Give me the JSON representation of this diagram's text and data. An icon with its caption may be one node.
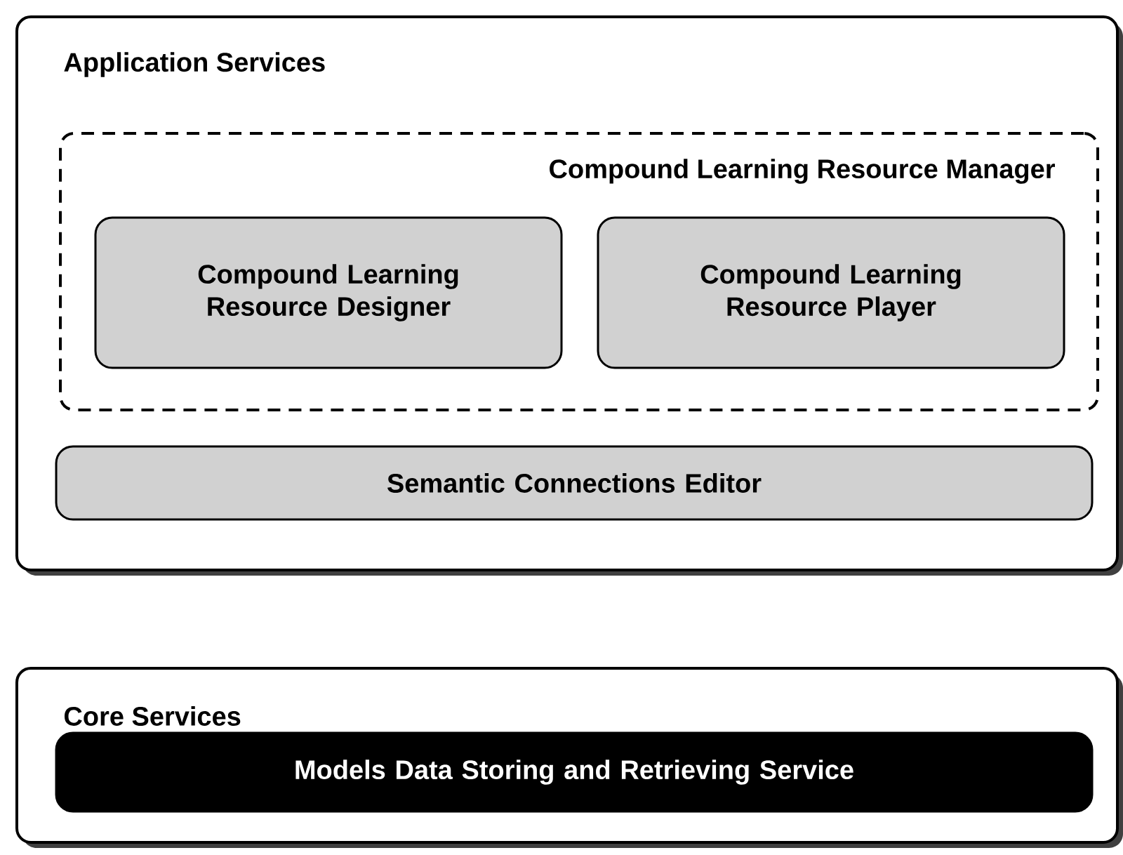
{
  "diagram": {
    "nodes": [
      {
        "text": [
          "Application Services"
        ]
      },
      {
        "text": [
          "Compound Learning Resource Manager"
        ],
        "in": 0
      },
      {
        "text": [
          "Compound Learning Resource Designer"
        ],
        "in": 1
      },
      {
        "text": [
          "Compound Learning Resource Player"
        ],
        "in": 1
      },
      {
        "text": [
          "Semantic Connections Editor"
        ],
        "in": 0
      },
      {
        "text": [
          "Core Services"
        ]
      },
      {
        "text": [
          "Models Data Storing and Retrieving Service"
        ],
        "in": 5
      }
    ]
  }
}
